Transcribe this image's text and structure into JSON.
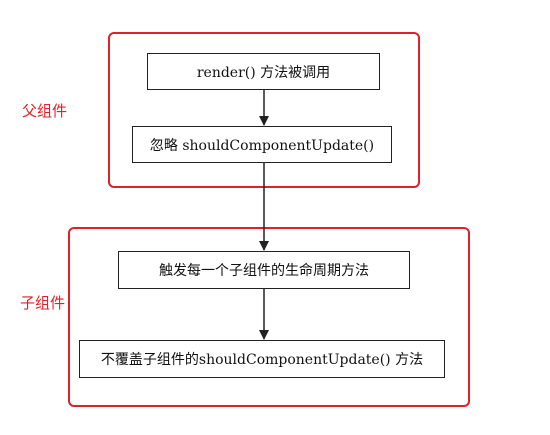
{
  "groups": {
    "parent": {
      "label": "父组件"
    },
    "child": {
      "label": "子组件"
    }
  },
  "nodes": {
    "render_called": "render() 方法被调用",
    "ignore_scu": "忽略 shouldComponentUpdate()",
    "trigger_lifecycle": "触发每一个子组件的生命周期方法",
    "not_override_scu": "不覆盖子组件的shouldComponentUpdate() 方法"
  },
  "colors": {
    "group_border": "#e0202a",
    "label_text": "#e0202a",
    "node_border": "#222222",
    "arrow": "#222222"
  }
}
